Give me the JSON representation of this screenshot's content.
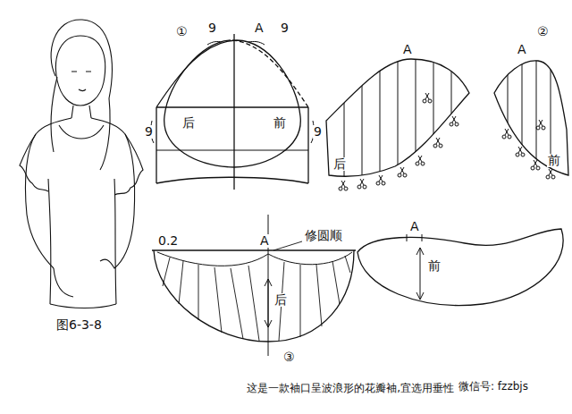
{
  "diagram": {
    "caption": "这是一款袖口呈波浪形的花瓣袖,宜选用垂性",
    "labels": [
      "①",
      "9",
      "A",
      "9",
      "9",
      "9",
      "后",
      "前",
      "A",
      "②",
      "A",
      "后",
      "前",
      "0.2",
      "A",
      "修圆顺",
      "后",
      "③",
      "A",
      "前",
      "图6-3-8",
      "微信号: fzzbjs"
    ]
  }
}
